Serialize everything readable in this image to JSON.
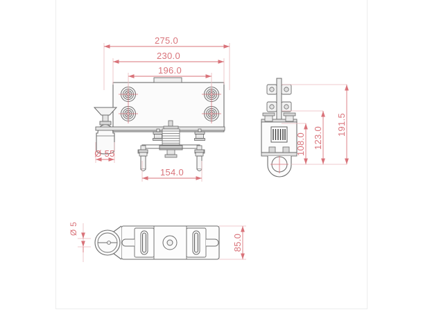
{
  "drawing": {
    "title": "Mechanical assembly technical drawing",
    "background_color": "#ffffff",
    "frame_border_color": "#eceded",
    "dimension_color": "#d9737a",
    "outline_color": "#6b6b6b",
    "fill_color": "#f2f2f2"
  },
  "views": {
    "front": {
      "name": "front-elevation-view",
      "dimensions": {
        "overall_width": "275.0",
        "plate_width": "230.0",
        "hole_spacing_width": "196.0",
        "leg_spacing": "154.0",
        "cap_diameter": "Ø 55"
      }
    },
    "side": {
      "name": "side-elevation-view",
      "dimensions": {
        "lower_height": "108.0",
        "mid_height": "123.0",
        "overall_height": "191.5"
      }
    },
    "bottom": {
      "name": "bottom-plan-view",
      "dimensions": {
        "pin_diameter": "Ø 5",
        "plate_depth": "85.0"
      }
    }
  },
  "dimension_labels": [
    {
      "id": "d-275",
      "text": "275.0",
      "view": "front",
      "orientation": "horizontal"
    },
    {
      "id": "d-230",
      "text": "230.0",
      "view": "front",
      "orientation": "horizontal"
    },
    {
      "id": "d-196",
      "text": "196.0",
      "view": "front",
      "orientation": "horizontal"
    },
    {
      "id": "d-154",
      "text": "154.0",
      "view": "front",
      "orientation": "horizontal"
    },
    {
      "id": "d-55",
      "text": "Ø 55",
      "view": "front",
      "orientation": "horizontal"
    },
    {
      "id": "d-108",
      "text": "108.0",
      "view": "side",
      "orientation": "vertical"
    },
    {
      "id": "d-123",
      "text": "123.0",
      "view": "side",
      "orientation": "vertical"
    },
    {
      "id": "d-1915",
      "text": "191.5",
      "view": "side",
      "orientation": "vertical"
    },
    {
      "id": "d-5",
      "text": "Ø 5",
      "view": "bottom",
      "orientation": "vertical"
    },
    {
      "id": "d-85",
      "text": "85.0",
      "view": "bottom",
      "orientation": "vertical"
    }
  ]
}
